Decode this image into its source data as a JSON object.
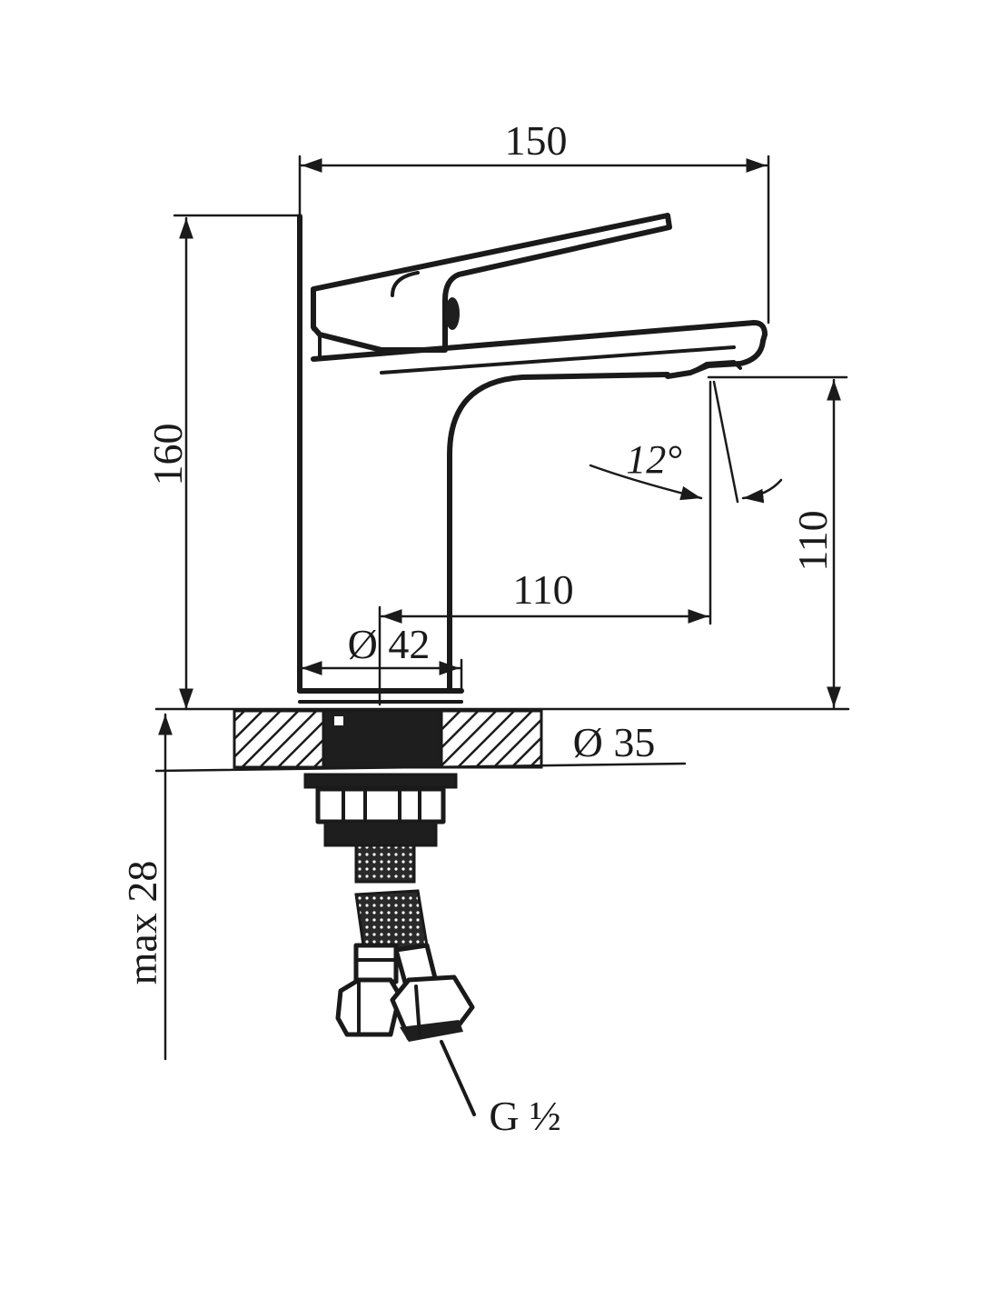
{
  "dimensions": {
    "overall_width": "150",
    "overall_height": "160",
    "spout_reach": "110",
    "spout_height": "110",
    "base_diameter": "Ø 42",
    "hole_diameter": "Ø 35",
    "max_deck_thickness": "max 28",
    "connection_thread": "G ½",
    "spout_angle": "12°"
  }
}
